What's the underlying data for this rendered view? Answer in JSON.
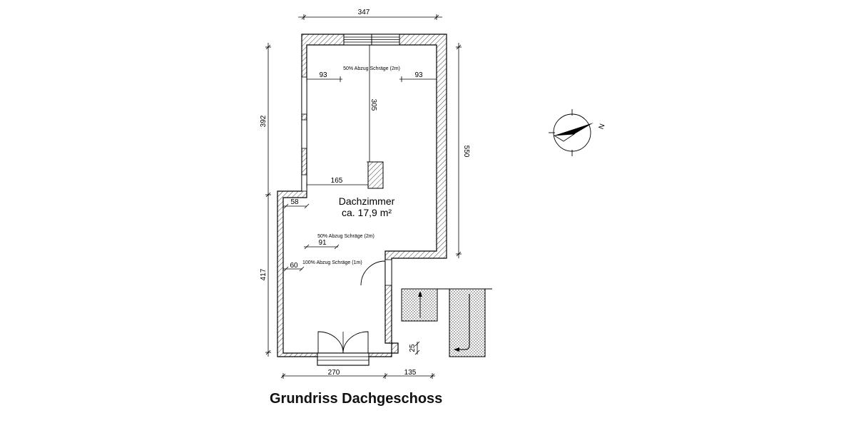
{
  "title": "Grundriss Dachgeschoss",
  "room": {
    "name": "Dachzimmer",
    "area": "ca. 17,9 m²"
  },
  "dimensions": {
    "top_width": "347",
    "right_height": "550",
    "left_upper_height": "392",
    "left_lower_height": "417",
    "bottom_left_width": "270",
    "bottom_right_width": "135",
    "inner_left": "93",
    "inner_right": "93",
    "chimney_depth": "305",
    "to_chimney": "165",
    "niche": "58",
    "slope_mid": "91",
    "slope_low": "60",
    "step": "25"
  },
  "notes": {
    "slope_top": "50% Abzug Schräge (2m)",
    "slope_mid": "50% Abzug Schräge (2m)",
    "slope_low": "100% Abzug Schräge (1m)"
  },
  "compass": {
    "letter": "N",
    "icon": "north-arrow-icon"
  }
}
